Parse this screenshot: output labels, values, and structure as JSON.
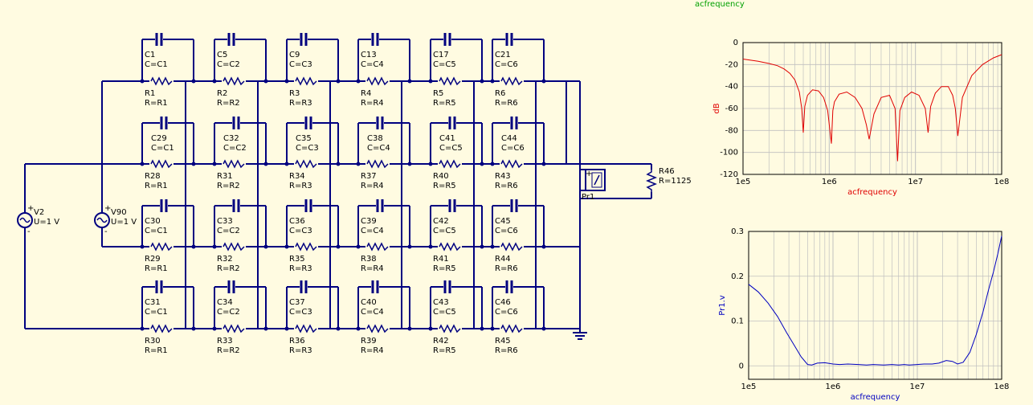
{
  "header": {
    "sim_label": "acfrequency"
  },
  "components": {
    "sources": [
      {
        "name": "V2",
        "value": "U=1 V"
      },
      {
        "name": "V90",
        "value": "U=1 V"
      }
    ],
    "load": {
      "name": "R46",
      "value": "R=1125"
    },
    "probe": {
      "name": "Pr1"
    },
    "grid": [
      {
        "cap": "C1",
        "cv": "C=C1",
        "res": "R1",
        "rv": "R=R1"
      },
      {
        "cap": "C5",
        "cv": "C=C2",
        "res": "R2",
        "rv": "R=R2"
      },
      {
        "cap": "C9",
        "cv": "C=C3",
        "res": "R3",
        "rv": "R=R3"
      },
      {
        "cap": "C13",
        "cv": "C=C4",
        "res": "R4",
        "rv": "R=R4"
      },
      {
        "cap": "C17",
        "cv": "C=C5",
        "res": "R5",
        "rv": "R=R5"
      },
      {
        "cap": "C21",
        "cv": "C=C6",
        "res": "R6",
        "rv": "R=R6"
      },
      {
        "cap": "C29",
        "cv": "C=C1",
        "res": "R28",
        "rv": "R=R1"
      },
      {
        "cap": "C32",
        "cv": "C=C2",
        "res": "R31",
        "rv": "R=R2"
      },
      {
        "cap": "C35",
        "cv": "C=C3",
        "res": "R34",
        "rv": "R=R3"
      },
      {
        "cap": "C38",
        "cv": "C=C4",
        "res": "R37",
        "rv": "R=R4"
      },
      {
        "cap": "C41",
        "cv": "C=C5",
        "res": "R40",
        "rv": "R=R5"
      },
      {
        "cap": "C44",
        "cv": "C=C6",
        "res": "R43",
        "rv": "R=R6"
      },
      {
        "cap": "C30",
        "cv": "C=C1",
        "res": "R29",
        "rv": "R=R1"
      },
      {
        "cap": "C33",
        "cv": "C=C2",
        "res": "R32",
        "rv": "R=R2"
      },
      {
        "cap": "C36",
        "cv": "C=C3",
        "res": "R35",
        "rv": "R=R3"
      },
      {
        "cap": "C39",
        "cv": "C=C4",
        "res": "R38",
        "rv": "R=R4"
      },
      {
        "cap": "C42",
        "cv": "C=C5",
        "res": "R41",
        "rv": "R=R5"
      },
      {
        "cap": "C45",
        "cv": "C=C6",
        "res": "R44",
        "rv": "R=R6"
      },
      {
        "cap": "C31",
        "cv": "C=C1",
        "res": "R30",
        "rv": "R=R1"
      },
      {
        "cap": "C34",
        "cv": "C=C2",
        "res": "R33",
        "rv": "R=R2"
      },
      {
        "cap": "C37",
        "cv": "C=C3",
        "res": "R36",
        "rv": "R=R3"
      },
      {
        "cap": "C40",
        "cv": "C=C4",
        "res": "R39",
        "rv": "R=R4"
      },
      {
        "cap": "C43",
        "cv": "C=C5",
        "res": "R42",
        "rv": "R=R5"
      },
      {
        "cap": "C46",
        "cv": "C=C6",
        "res": "R45",
        "rv": "R=R6"
      }
    ]
  },
  "colors": {
    "wire": "#000080",
    "db_curve": "#e00000",
    "v_curve": "#0000c0",
    "grid": "#c0c0c0"
  },
  "chart_data": [
    {
      "type": "line",
      "xlabel": "acfrequency",
      "ylabel": "dB",
      "xscale": "log",
      "xlim": [
        100000,
        100000000
      ],
      "ylim": [
        -120,
        0
      ],
      "xticks": [
        "1e5",
        "1e6",
        "1e7",
        "1e8"
      ],
      "yticks": [
        "0",
        "-20",
        "-40",
        "-60",
        "-80",
        "-100",
        "-120"
      ],
      "series": [
        {
          "x": [
            100000,
            150000,
            200000,
            250000,
            300000,
            350000,
            400000,
            450000,
            480000,
            500000,
            520000,
            560000,
            640000,
            750000,
            860000,
            960000,
            1060000,
            1100000,
            1150000,
            1300000,
            1600000,
            2000000,
            2400000,
            2700000,
            2900000,
            3300000,
            4000000,
            5000000,
            5800000,
            6200000,
            6600000,
            7500000,
            9000000,
            11000000,
            13000000,
            14000000,
            15000000,
            17000000,
            20000000,
            24000000,
            27000000,
            29000000,
            31000000,
            35000000,
            45000000,
            60000000,
            80000000,
            100000000
          ],
          "y": [
            -15,
            -17,
            -19,
            -21,
            -24,
            -28,
            -34,
            -45,
            -60,
            -82,
            -58,
            -48,
            -43,
            -44,
            -50,
            -62,
            -92,
            -62,
            -54,
            -47,
            -45,
            -50,
            -60,
            -75,
            -88,
            -65,
            -50,
            -48,
            -60,
            -108,
            -62,
            -50,
            -45,
            -48,
            -60,
            -82,
            -58,
            -46,
            -40,
            -40,
            -48,
            -60,
            -85,
            -50,
            -30,
            -20,
            -14,
            -11
          ]
        }
      ]
    },
    {
      "type": "line",
      "xlabel": "acfrequency",
      "ylabel": "Pr1.v",
      "xscale": "log",
      "xlim": [
        100000,
        100000000
      ],
      "ylim": [
        -0.03,
        0.3
      ],
      "xticks": [
        "1e5",
        "1e6",
        "1e7",
        "1e8"
      ],
      "yticks": [
        "0.3",
        "0.2",
        "0.1",
        "0"
      ],
      "series": [
        {
          "x": [
            100000,
            130000,
            170000,
            220000,
            280000,
            350000,
            420000,
            500000,
            560000,
            650000,
            800000,
            1000000,
            1200000,
            1500000,
            2000000,
            2500000,
            3000000,
            4000000,
            5000000,
            6000000,
            7000000,
            8000000,
            10000000,
            12000000,
            15000000,
            18000000,
            22000000,
            26000000,
            30000000,
            35000000,
            42000000,
            50000000,
            60000000,
            70000000,
            80000000,
            90000000,
            100000000
          ],
          "y": [
            0.182,
            0.165,
            0.14,
            0.11,
            0.075,
            0.045,
            0.02,
            0.003,
            0.002,
            0.006,
            0.007,
            0.004,
            0.003,
            0.004,
            0.003,
            0.002,
            0.003,
            0.002,
            0.003,
            0.002,
            0.003,
            0.002,
            0.003,
            0.004,
            0.004,
            0.006,
            0.012,
            0.01,
            0.004,
            0.008,
            0.03,
            0.07,
            0.12,
            0.17,
            0.21,
            0.25,
            0.29
          ]
        }
      ]
    }
  ]
}
